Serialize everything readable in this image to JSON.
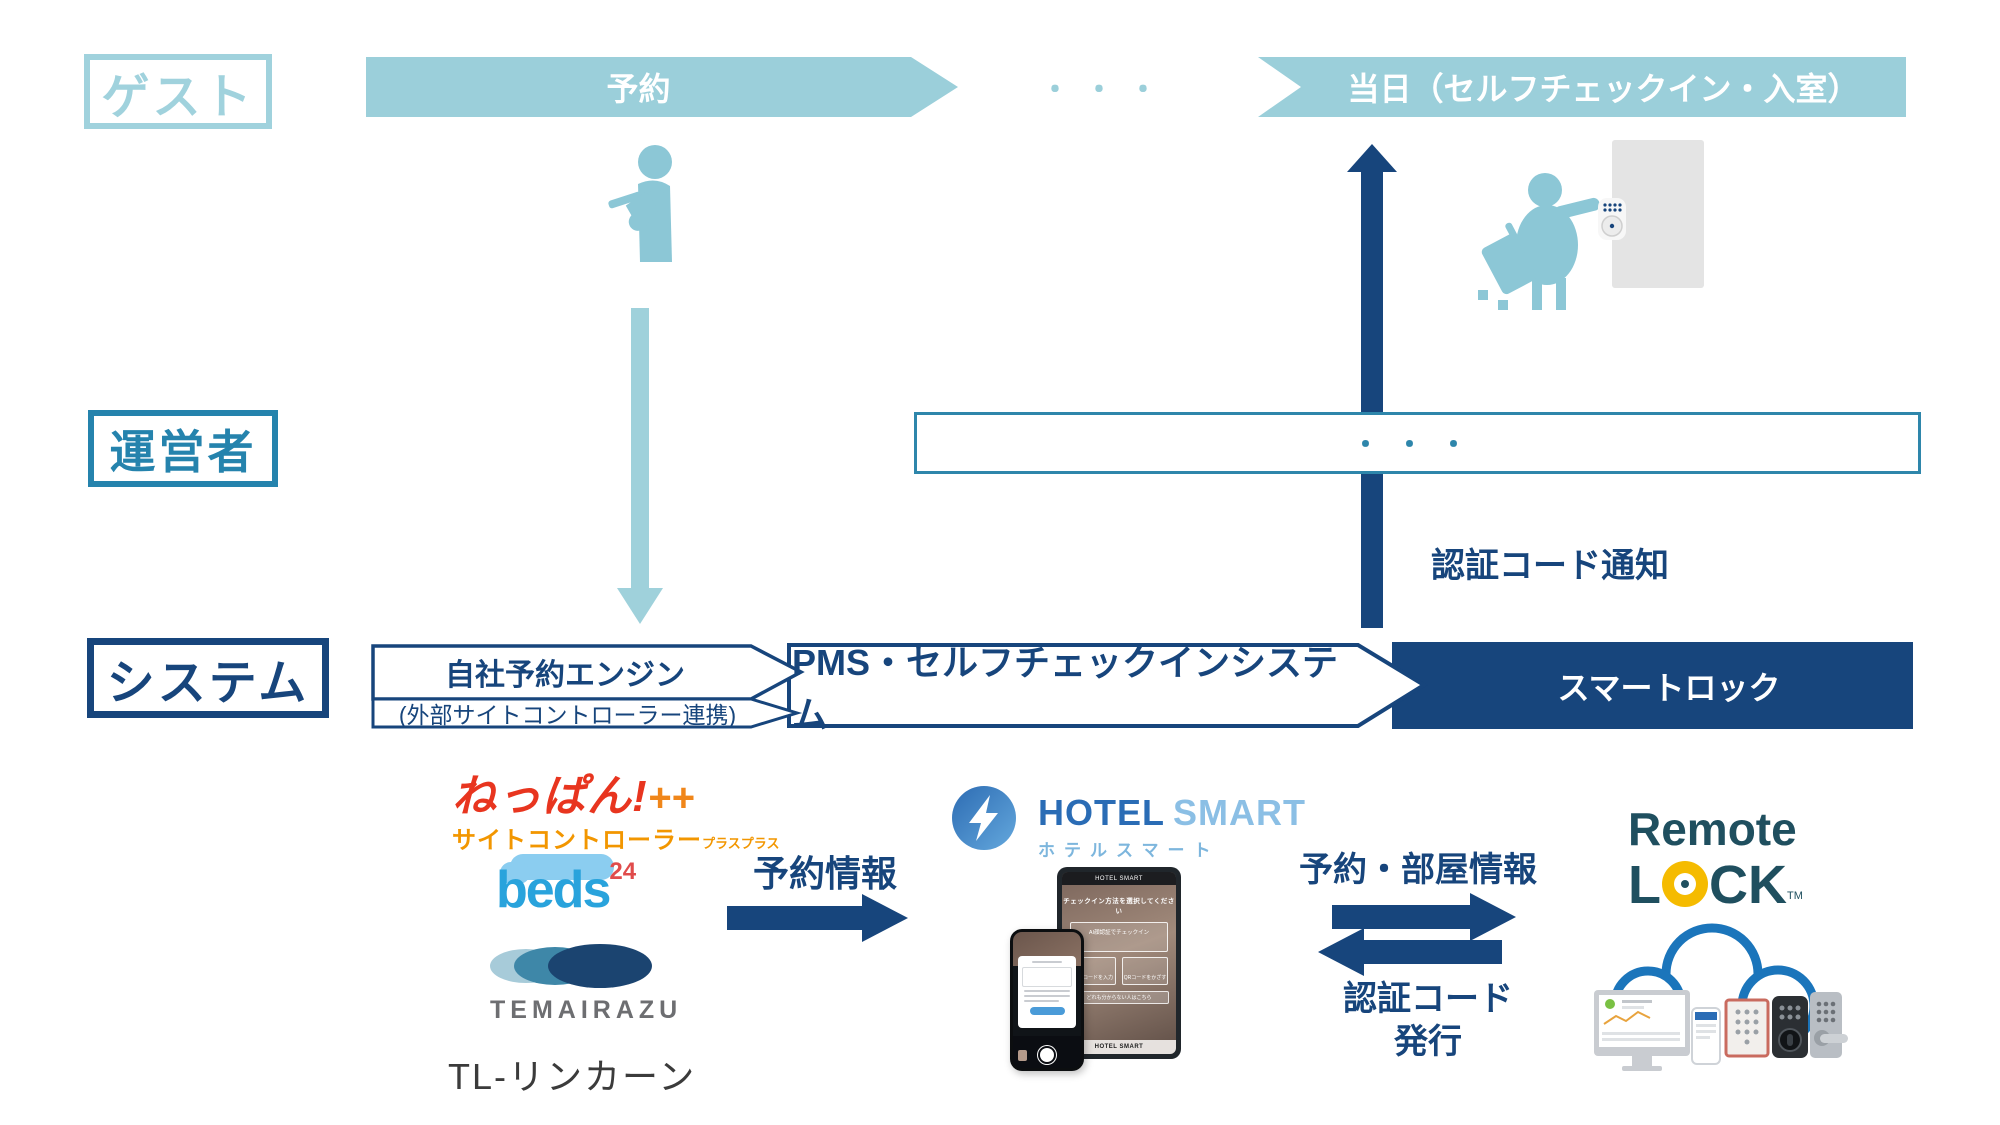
{
  "rows": {
    "guest_label": "ゲスト",
    "operator_label": "運営者",
    "system_label": "システム"
  },
  "timeline": {
    "reservation": "予約",
    "dots": "・・・",
    "checkin_day": "当日（セルフチェックイン・入室）"
  },
  "operator_row": {
    "dots": "・・・",
    "auth_code_notify": "認証コード通知"
  },
  "system_row": {
    "booking_engine": "自社予約エンジン",
    "site_controller_note": "(外部サイトコントローラー連携)",
    "pms": "PMS・セルフチェックインシステム",
    "smart_lock": "スマートロック"
  },
  "flows": {
    "reservation_info": "予約情報",
    "reservation_room_info": "予約・部屋情報",
    "auth_code_issue_line1": "認証コード",
    "auth_code_issue_line2": "発行"
  },
  "logos": {
    "neppan": {
      "main": "ねっぱん!",
      "plus": "++",
      "sub": "サイトコントローラー",
      "sub2": "プラスプラス"
    },
    "beds24": {
      "name": "beds",
      "sup": "24"
    },
    "temairazu": "TEMAIRAZU",
    "tl_lincoln": "TL-リンカーン",
    "hotelsmart": {
      "hotel": "HOTEL",
      "smart": "SMART",
      "kana": "ホテルスマート"
    },
    "remotelock": {
      "remote": "Remote",
      "l": "L",
      "ck": "CK",
      "tm": "TM"
    }
  },
  "tablet": {
    "header": "HOTEL SMART",
    "title": "チェックイン方法を選択してください",
    "options": [
      "AI顔認証でチェックイン",
      "予約コードを入力",
      "QRコードをかざす"
    ],
    "bottom_link": "どれも分からない人はこちら",
    "footer": "HOTEL SMART"
  },
  "colors": {
    "light_blue": "#9bcfda",
    "teal_blue": "#2583ad",
    "dark_navy": "#17457c",
    "neppan_red": "#e8351f",
    "neppan_orange": "#f29600",
    "beds_blue": "#29a3dc",
    "beds_red": "#e04b4b",
    "remotelock_teal": "#1f4f5f",
    "remotelock_yellow": "#f5bb00",
    "cloud_blue": "#1b75bb"
  }
}
